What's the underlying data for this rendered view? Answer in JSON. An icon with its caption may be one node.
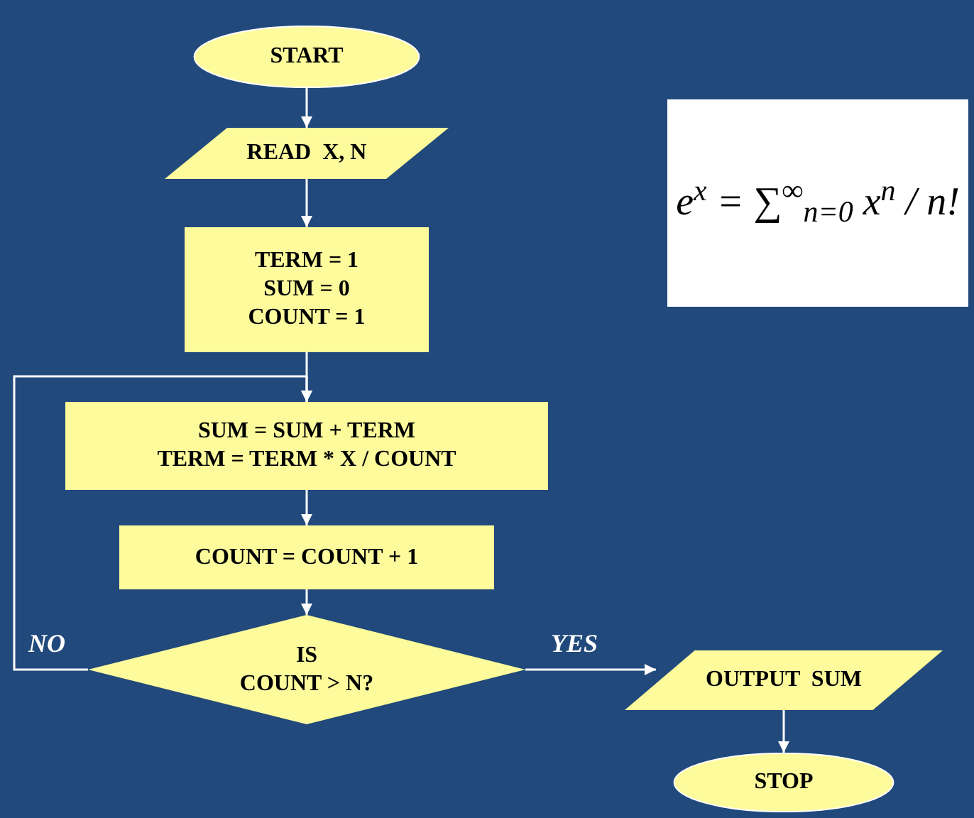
{
  "diagram": {
    "nodes": [
      {
        "text": [
          "START"
        ]
      },
      {
        "text": [
          "READ  X, N"
        ]
      },
      {
        "text": [
          "TERM = 1",
          "SUM = 0",
          "COUNT = 1"
        ]
      },
      {
        "text": [
          "SUM = SUM + TERM",
          "TERM = TERM * X / COUNT"
        ]
      },
      {
        "text": [
          "COUNT = COUNT + 1"
        ]
      },
      {
        "text": [
          "IS",
          "COUNT > N?"
        ]
      },
      {
        "text": [
          "OUTPUT  SUM"
        ]
      },
      {
        "text": [
          "STOP"
        ]
      }
    ],
    "edges": [
      {
        "from": 0,
        "to": 1,
        "arrow": "to"
      },
      {
        "from": 1,
        "to": 2,
        "arrow": "to"
      },
      {
        "from": 2,
        "to": 3,
        "arrow": "to"
      },
      {
        "from": 3,
        "to": 4,
        "arrow": "to"
      },
      {
        "from": 4,
        "to": 5,
        "arrow": "to"
      },
      {
        "from": 5,
        "to": 3,
        "arrow": "to",
        "label": "NO"
      },
      {
        "from": 5,
        "to": 6,
        "arrow": "to",
        "label": "YES"
      },
      {
        "from": 6,
        "to": 7,
        "arrow": "to"
      }
    ],
    "labels": [
      "e$^{x}$ = ∑$^{∞}$$_{n=0}$ x$^{n}$ / n!"
    ]
  }
}
